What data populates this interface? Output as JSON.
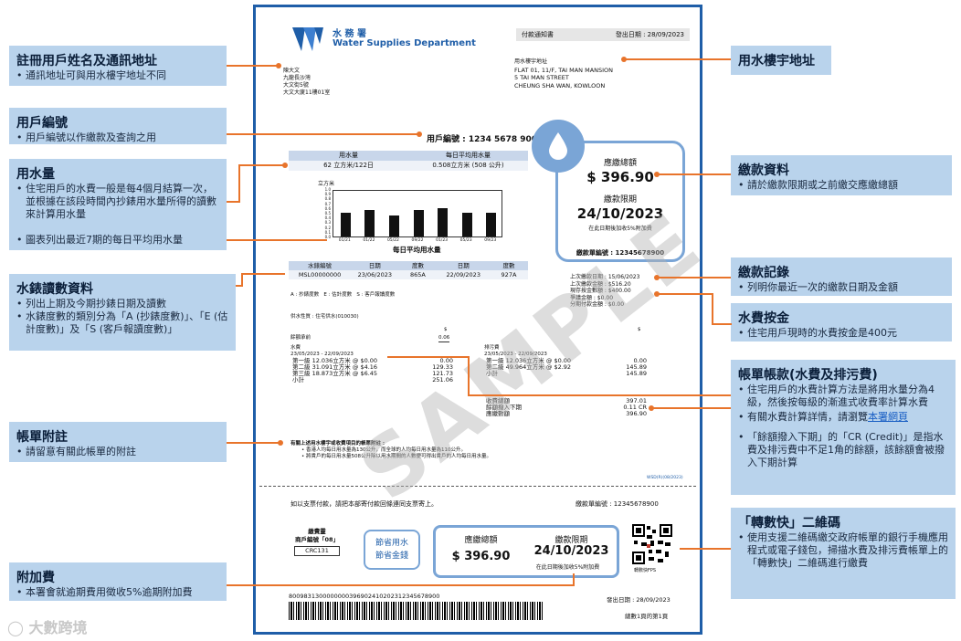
{
  "callouts": {
    "name_addr": {
      "title": "註冊用戶姓名及通訊地址",
      "items": [
        "通訊地址可與用水樓宇地址不同"
      ]
    },
    "account": {
      "title": "用戶編號",
      "items": [
        "用戶編號以作繳款及查詢之用"
      ]
    },
    "usage": {
      "title": "用水量",
      "items": [
        "住宅用戶的水費一般是每4個月結算一次，並根據在該段時間內抄錶用水量所得的讀數來計算用水量",
        "圖表列出最近7期的每日平均用水量"
      ]
    },
    "meter": {
      "title": "水錶讀數資料",
      "items": [
        "列出上期及今期抄錶日期及讀數",
        "水錶度數的類別分為「A (抄錶度數)」、「E (估計度數)」及「S (客戶報讀度數)」"
      ]
    },
    "notes": {
      "title": "帳單附註",
      "items": [
        "請留意有關此帳單的附註"
      ]
    },
    "surcharge": {
      "title": "附加費",
      "items": [
        "本署會就逾期費用徵收5%逾期附加費"
      ]
    },
    "premises": {
      "title": "用水樓宇地址"
    },
    "payment_info": {
      "title": "繳款資料",
      "items": [
        "請於繳款限期或之前繳交應繳總額"
      ]
    },
    "payment_record": {
      "title": "繳款記錄",
      "items": [
        "列明你最近一次的繳款日期及金額"
      ]
    },
    "deposit": {
      "title": "水費按金",
      "items": [
        "住宅用戶現時的水費按金是400元"
      ]
    },
    "charges": {
      "title": "帳單帳款(水費及排污費)",
      "item1": "住宅用戶的水費計算方法是將用水量分為4級，然後按每級的漸進式收費率計算水費",
      "item2_prefix": "有關水費計算詳情，請瀏覽",
      "item2_link": "本署網頁",
      "item3": "「餘額撥入下期」的「CR (Credit)」是指水費及排污費中不足1角的餘額，該餘額會被撥入下期計算"
    },
    "fps": {
      "title": "「轉數快」二維碼",
      "items": [
        "使用支援二維碼繳交政府帳單的銀行手機應用程式或電子錢包，掃描水費及排污費帳單上的「轉數快」二維碼進行繳費"
      ]
    }
  },
  "bill": {
    "dept_zh": "水 務 署",
    "dept_en": "Water Supplies Department",
    "notice_title": "付款通知書",
    "issue_date": "發出日期 : 28/09/2023",
    "mail_addr": [
      "陳大文",
      "九龍長沙灣",
      "大文街5號",
      "大文大廈11樓01室"
    ],
    "premises_label": "用水樓宇地址",
    "premises_addr": [
      "FLAT 01, 11/F, TAI MAN MANSION",
      "5 TAI MAN STREET",
      "CHEUNG SHA WAN, KOWLOON"
    ],
    "account_no": "用戶編號 : 1234 5678 900",
    "usage_hdr1": "用水量",
    "usage_hdr2": "每日平均用水量",
    "usage_val1": "62 立方米/122日",
    "usage_val2": "0.508立方米 (508 公升)",
    "chart_title": "每日平均用水量",
    "amount_label": "應繳總額",
    "amount": "$ 396.90",
    "due_label": "繳款限期",
    "due_date": "24/10/2023",
    "late_note": "在此日期後加收5%附加費",
    "bill_no": "繳款單編號 : 12345678900",
    "meter_hdr": [
      "水錶編號",
      "日期",
      "度數",
      "日期",
      "度數"
    ],
    "meter_row": [
      "MSL00000000",
      "23/06/2023",
      "865A",
      "22/09/2023",
      "927A"
    ],
    "reading_legend": "A : 抄錶度數   E : 估計度數   S : 客戶報讀度數",
    "last_pay_date": "上次繳款日期 : 15/06/2023",
    "last_pay_amt": "上次繳款金額 : $516.20",
    "deposit": "現存按金數額 : $400.00",
    "disputed": "爭議金額 : $0.00",
    "installment": "分期付款金額 : $0.00",
    "supply_type": "供水性質 : 住宅供水(010030)",
    "dollar": "$",
    "balance_fwd_label": "餘額承前",
    "balance_fwd": "0.06",
    "water_label": "水費",
    "water_period": "23/05/2023 - 22/09/2023",
    "water_rows": [
      [
        "第一級  12.036立方米 @ $0.00",
        "0.00"
      ],
      [
        "第二級  31.091立方米 @ $4.16",
        "129.33"
      ],
      [
        "第三級  18.873立方米 @ $6.45",
        "121.73"
      ],
      [
        "小計",
        "251.06"
      ]
    ],
    "sewage_label": "排污費",
    "sewage_period": "23/05/2023 - 22/09/2023",
    "sewage_rows": [
      [
        "第一級  12.036立方米 @ $0.00",
        "0.00"
      ],
      [
        "第二級  49.964立方米 @ $2.92",
        "145.89"
      ],
      [
        "小計",
        "145.89"
      ]
    ],
    "total_rows": [
      [
        "收費總額",
        "397.01"
      ],
      [
        "餘額撥入下期",
        "0.11  CR"
      ],
      [
        "應繳數額",
        "396.90"
      ]
    ],
    "notes_title": "有關上述用水樓宇或收費項目的帳單附註 :",
    "notes": [
      "香港人均每日用水量為130公升，而全球的人均每日用水量為110公升。",
      "將貴戶的每日用水量508公升除以用水期間的人數便可得出貴戶的人均每日用水量。"
    ],
    "cut_code": "WSD(R)(08/2023)",
    "stub_instruction": "如以支票付款，請把本部寄付款回條連同支票寄上。",
    "stub_bill_no": "繳款單編號 : 12345678900",
    "payee": "繳費靈",
    "merchant": "商戶編號「08」",
    "merchant_code": "CRC131",
    "save_slogan": [
      "節省用水",
      "節省金錢"
    ],
    "stub_amount_label": "應繳總額",
    "stub_amount": "$ 396.90",
    "stub_due_label": "繳款限期",
    "stub_due": "24/10/2023",
    "stub_late": "在此日期後加收5%附加費",
    "fps_label": "轉數快FPS",
    "barcode_no": "8009831300000000396902410202312345678900",
    "footer_date": "發出日期 : 28/09/2023",
    "page": "總數1頁的第1頁",
    "watermark": "SAMPLE"
  },
  "chart_data": {
    "type": "bar",
    "title": "每日平均用水量",
    "ylabel": "立方米",
    "categories": [
      "01/21",
      "01/22",
      "05/22",
      "09/22",
      "01/23",
      "05/23",
      "09/23"
    ],
    "values": [
      0.5,
      0.55,
      0.45,
      0.55,
      0.6,
      0.5,
      0.5
    ],
    "yticks": [
      "1.0",
      "0.9",
      "0.8",
      "0.7",
      "0.6",
      "0.5",
      "0.4",
      "0.3",
      "0.2",
      "0.1",
      "0.0"
    ],
    "ylim": [
      0,
      1.0
    ]
  },
  "logo": {
    "text": "大數跨境"
  },
  "colors": {
    "callout_bg": "#b9d3ec",
    "accent_line": "#e8742b",
    "bill_border": "#1f5ea8"
  }
}
